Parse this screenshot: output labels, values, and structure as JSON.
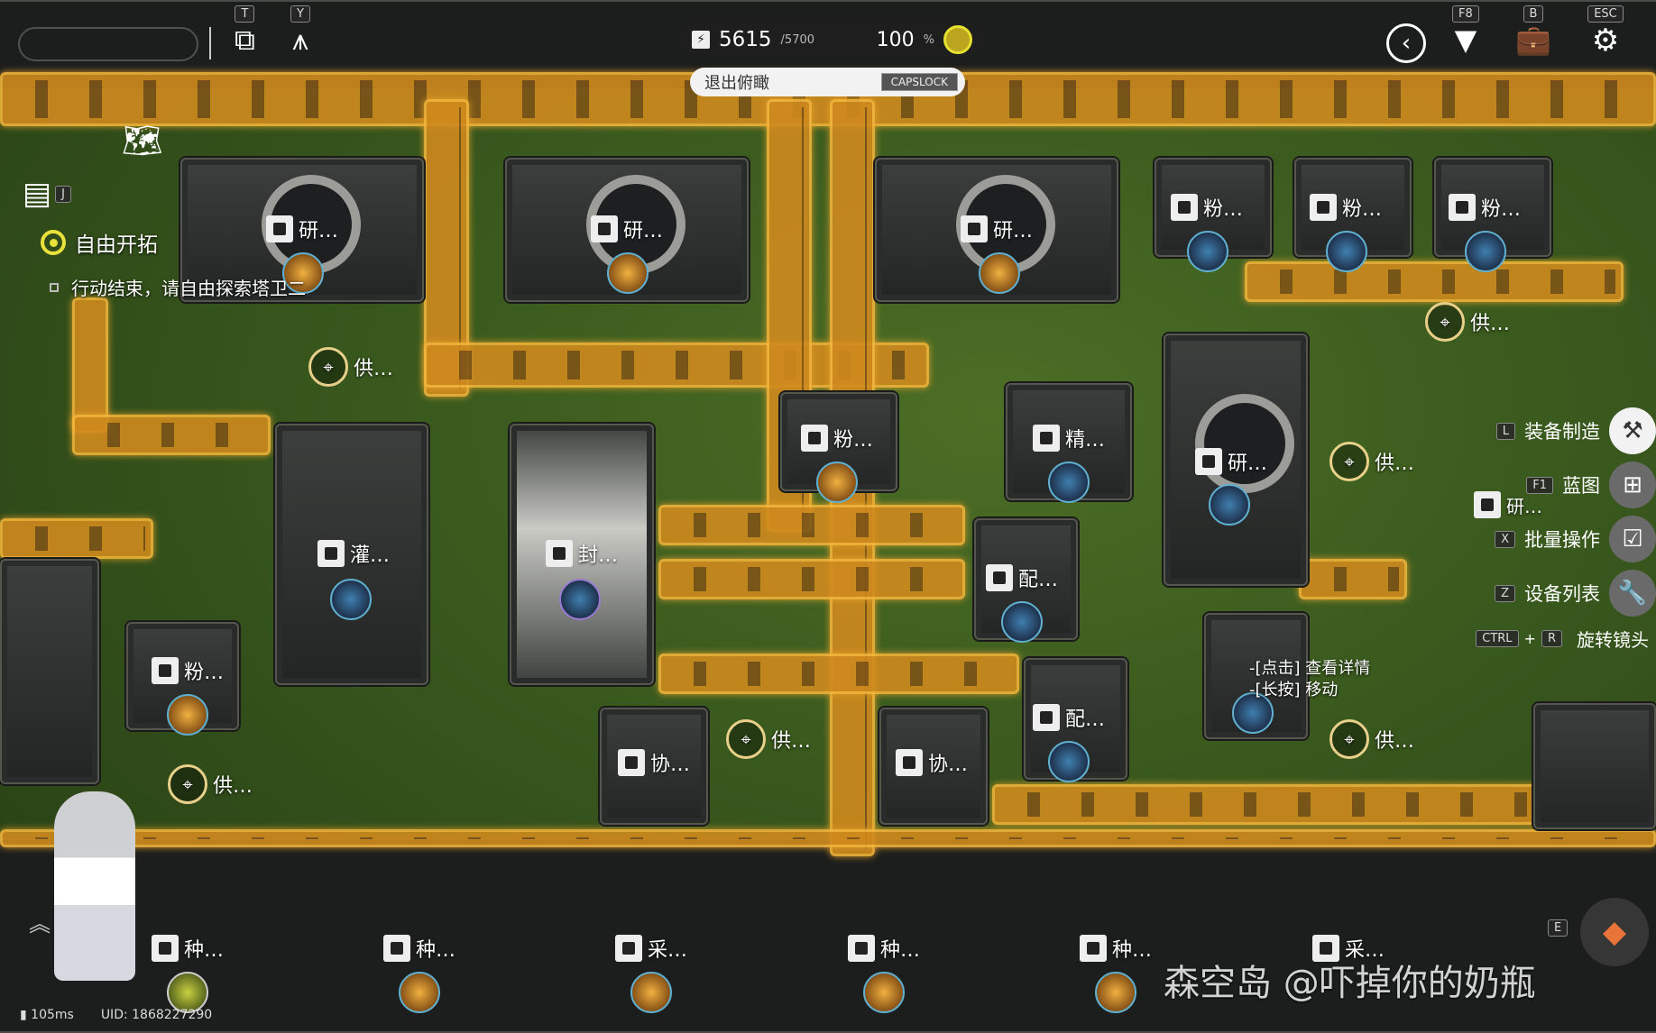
{
  "power": {
    "current": "5615",
    "max": "/5700",
    "percent": "100",
    "percent_unit": "%"
  },
  "exit_overview": {
    "label": "退出俯瞰",
    "key": "CAPSLOCK"
  },
  "top_keys": {
    "t": "T",
    "y": "Y",
    "f8": "F8",
    "b": "B",
    "esc": "ESC"
  },
  "mission": {
    "title": "自由开拓",
    "objective": "行动结束，请自由探索塔卫二",
    "journal_key": "J"
  },
  "right_menu": [
    {
      "key": "L",
      "label": "装备制造",
      "icon": "equipment-craft-icon"
    },
    {
      "key": "F1",
      "label": "蓝图",
      "icon": "blueprint-add-icon"
    },
    {
      "key": "X",
      "label": "批量操作",
      "icon": "batch-select-icon"
    },
    {
      "key": "Z",
      "label": "设备列表",
      "icon": "device-list-icon"
    }
  ],
  "rotate_camera": {
    "key1": "CTRL",
    "plus": "+",
    "key2": "R",
    "label": "旋转镜头"
  },
  "tooltip": {
    "line1": "-[点击] 查看详情",
    "line2": "-[长按] 移动"
  },
  "machines": [
    {
      "label": "研…"
    },
    {
      "label": "研…"
    },
    {
      "label": "研…"
    },
    {
      "label": "粉…"
    },
    {
      "label": "粉…"
    },
    {
      "label": "粉…"
    },
    {
      "label": "粉…"
    },
    {
      "label": "精…"
    },
    {
      "label": "研…"
    },
    {
      "label": "灌…"
    },
    {
      "label": "封…"
    },
    {
      "label": "配…"
    },
    {
      "label": "配…"
    },
    {
      "label": "粉…"
    },
    {
      "label": "协…"
    },
    {
      "label": "协…"
    },
    {
      "label": "种…"
    },
    {
      "label": "种…"
    },
    {
      "label": "采…"
    },
    {
      "label": "种…"
    },
    {
      "label": "种…"
    },
    {
      "label": "采…"
    },
    {
      "label": "研…"
    }
  ],
  "supply_label": "供…",
  "status": {
    "ping": "105ms",
    "uid": "UID: 1868227290"
  },
  "bottom_key": "E",
  "watermark": "森空岛 @吓掉你的奶瓶"
}
